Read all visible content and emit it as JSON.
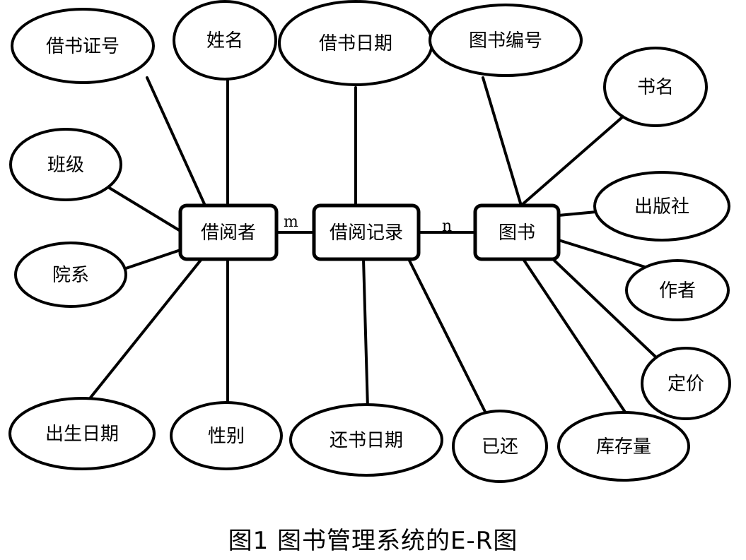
{
  "diagram": {
    "entities": [
      {
        "id": "borrower",
        "label": "借阅者"
      },
      {
        "id": "record",
        "label": "借阅记录"
      },
      {
        "id": "book",
        "label": "图书"
      }
    ],
    "attributes": [
      {
        "id": "card_no",
        "label": "借书证号",
        "entity": "borrower"
      },
      {
        "id": "name",
        "label": "姓名",
        "entity": "borrower"
      },
      {
        "id": "class",
        "label": "班级",
        "entity": "borrower"
      },
      {
        "id": "dept",
        "label": "院系",
        "entity": "borrower"
      },
      {
        "id": "birth",
        "label": "出生日期",
        "entity": "borrower"
      },
      {
        "id": "gender",
        "label": "性别",
        "entity": "borrower"
      },
      {
        "id": "borrow_date",
        "label": "借书日期",
        "entity": "record"
      },
      {
        "id": "return_date",
        "label": "还书日期",
        "entity": "record"
      },
      {
        "id": "returned",
        "label": "已还",
        "entity": "record"
      },
      {
        "id": "book_no",
        "label": "图书编号",
        "entity": "book"
      },
      {
        "id": "title",
        "label": "书名",
        "entity": "book"
      },
      {
        "id": "publisher",
        "label": "出版社",
        "entity": "book"
      },
      {
        "id": "author",
        "label": "作者",
        "entity": "book"
      },
      {
        "id": "price",
        "label": "定价",
        "entity": "book"
      },
      {
        "id": "stock",
        "label": "库存量",
        "entity": "book"
      }
    ],
    "relationships": [
      {
        "from": "borrower",
        "to": "record",
        "cardinality": "m"
      },
      {
        "from": "record",
        "to": "book",
        "cardinality": "n"
      }
    ]
  },
  "caption": "图1  图书管理系统的E-R图"
}
